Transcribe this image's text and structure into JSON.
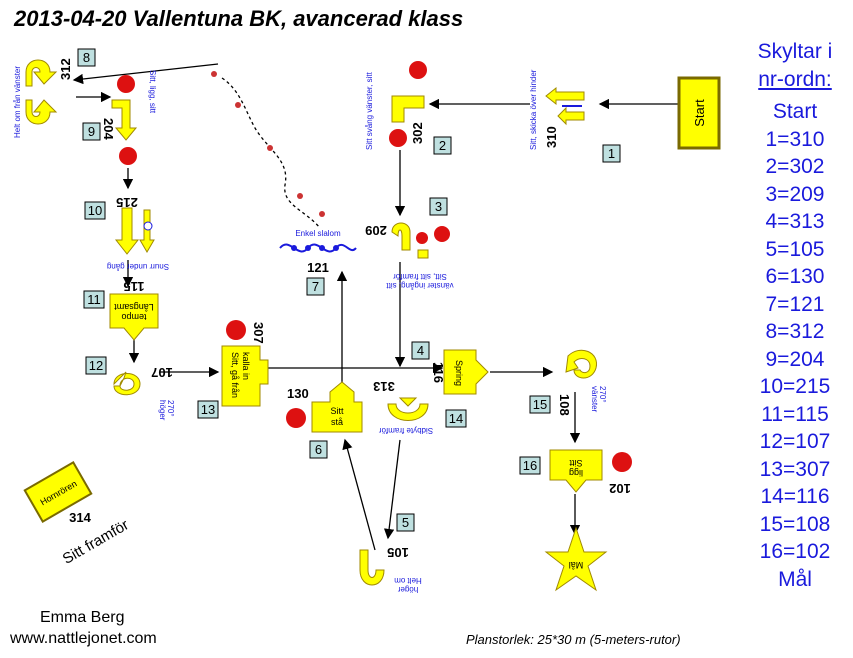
{
  "title": "2013-04-20 Vallentuna BK, avancerad klass",
  "legend": {
    "heading_line1": "Skyltar i",
    "heading_line2": "nr-ordn:",
    "items": [
      "Start",
      "1=310",
      "2=302",
      "3=209",
      "4=313",
      "5=105",
      "6=130",
      "7=121",
      "8=312",
      "9=204",
      "10=215",
      "11=115",
      "12=107",
      "13=307",
      "14=116",
      "15=108",
      "16=102",
      "Mål"
    ]
  },
  "footer": {
    "author": "Emma Berg",
    "site": "www.nattlejonet.com",
    "plan_size": "Planstorlek: 25*30 m (5-meters-rutor)"
  },
  "colors": {
    "sign_fill": "#ffff00",
    "sign_border": "#a08a00",
    "number_box": "#bfe0e0",
    "text_blue": "#1a1adc",
    "stop_red": "#dd1111"
  },
  "stations": {
    "start": {
      "label": "Start"
    },
    "s1": {
      "num": "1",
      "code": "310",
      "desc": "Sitt, skicka över hinder"
    },
    "s2": {
      "num": "2",
      "code": "302",
      "desc": "Sitt svång vänster, sitt"
    },
    "s3": {
      "num": "3",
      "code": "209",
      "desc": "Sitt, sitt framför",
      "desc2": "vänster ingång, sitt"
    },
    "s4": {
      "num": "4",
      "code": "313",
      "desc": "Sidbyte framför"
    },
    "s5": {
      "num": "5",
      "code": "105",
      "desc": "Helt om",
      "desc2": "höger"
    },
    "s6": {
      "num": "6",
      "code": "130",
      "sign": "Sitt",
      "sign2": "stå"
    },
    "s7": {
      "num": "7",
      "code": "121",
      "desc": "Enkel slalom"
    },
    "s8": {
      "num": "8",
      "code": "312",
      "desc": "Helt om från vänster"
    },
    "s9": {
      "num": "9",
      "code": "204",
      "desc": "Sitt, ligg, sitt"
    },
    "s10": {
      "num": "10",
      "code": "215",
      "desc": "Snurr under gång"
    },
    "s11": {
      "num": "11",
      "code": "115",
      "sign": "Långsamt",
      "sign2": "tempo"
    },
    "s12": {
      "num": "12",
      "code": "107",
      "desc": "270°",
      "desc2": "höger"
    },
    "s13": {
      "num": "13",
      "code": "307",
      "sign": "Sitt, gå från",
      "sign2": "kalla in"
    },
    "s14": {
      "num": "14",
      "code": "116",
      "sign": "Spring"
    },
    "s15": {
      "num": "15",
      "code": "108",
      "desc": "270°",
      "desc2": "vänster"
    },
    "s16": {
      "num": "16",
      "code": "102",
      "sign": "Sitt",
      "sign2": "ligg"
    },
    "goal": {
      "label": "Mål"
    },
    "honor": {
      "code": "314",
      "label": "Hornrören",
      "desc": "Sitt framför"
    }
  }
}
